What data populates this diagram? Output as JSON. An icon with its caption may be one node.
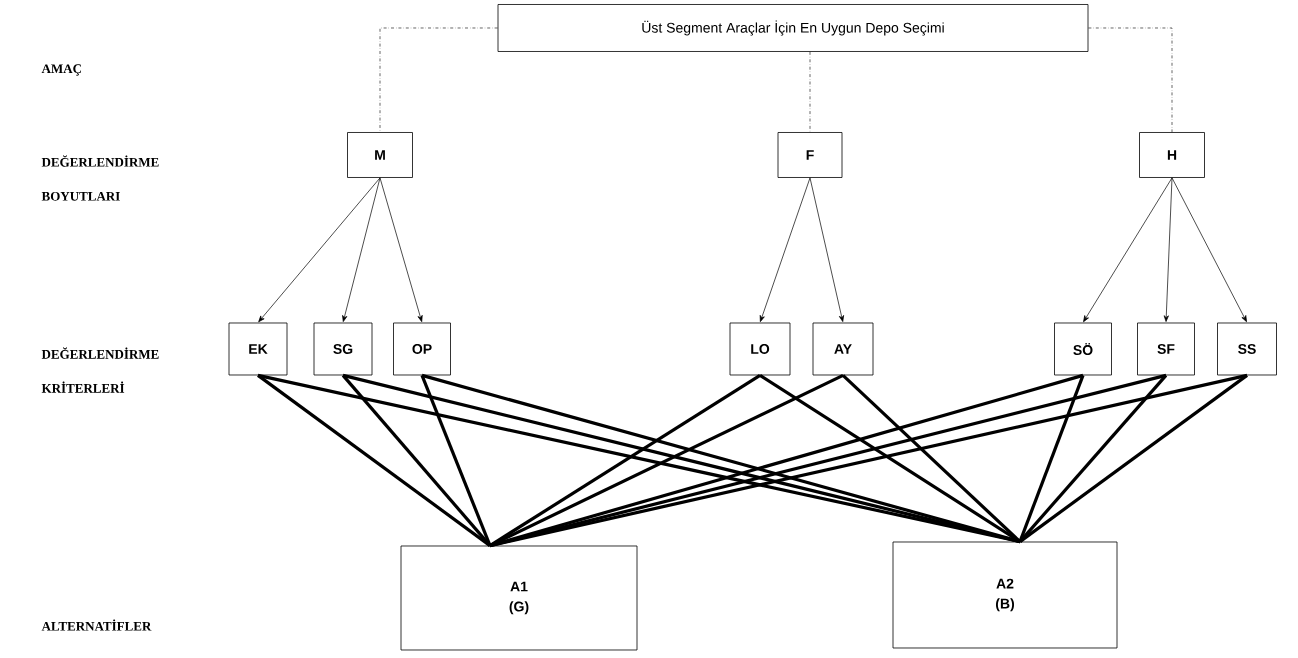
{
  "diagram": {
    "nodes": [
      {
        "text": [
          "Üst Segment Araçlar İçin En Uygun Depo Seçimi"
        ]
      },
      {
        "text": [
          "M"
        ]
      },
      {
        "text": [
          "F"
        ]
      },
      {
        "text": [
          "H"
        ]
      },
      {
        "text": [
          "EK"
        ]
      },
      {
        "text": [
          "SG"
        ]
      },
      {
        "text": [
          "OP"
        ]
      },
      {
        "text": [
          "LO"
        ]
      },
      {
        "text": [
          "AY"
        ]
      },
      {
        "text": [
          "SÖ"
        ]
      },
      {
        "text": [
          "SF"
        ]
      },
      {
        "text": [
          "SS"
        ]
      },
      {
        "text": [
          "A1",
          "(G)"
        ]
      },
      {
        "text": [
          "A2",
          "(B)"
        ]
      }
    ],
    "edges": [
      {
        "from": 0,
        "to": 1,
        "arrow": "none",
        "style": "dashed"
      },
      {
        "from": 0,
        "to": 2,
        "arrow": "none",
        "style": "dashed"
      },
      {
        "from": 0,
        "to": 3,
        "arrow": "none",
        "style": "dashed"
      },
      {
        "from": 1,
        "to": 4,
        "arrow": "to"
      },
      {
        "from": 1,
        "to": 5,
        "arrow": "to"
      },
      {
        "from": 1,
        "to": 6,
        "arrow": "to"
      },
      {
        "from": 2,
        "to": 7,
        "arrow": "to"
      },
      {
        "from": 2,
        "to": 8,
        "arrow": "to"
      },
      {
        "from": 3,
        "to": 9,
        "arrow": "to"
      },
      {
        "from": 3,
        "to": 10,
        "arrow": "to"
      },
      {
        "from": 3,
        "to": 11,
        "arrow": "to"
      },
      {
        "from": 4,
        "to": 12,
        "arrow": "none"
      },
      {
        "from": 4,
        "to": 13,
        "arrow": "none"
      },
      {
        "from": 5,
        "to": 12,
        "arrow": "none"
      },
      {
        "from": 5,
        "to": 13,
        "arrow": "none"
      },
      {
        "from": 6,
        "to": 12,
        "arrow": "none"
      },
      {
        "from": 6,
        "to": 13,
        "arrow": "none"
      },
      {
        "from": 7,
        "to": 12,
        "arrow": "none"
      },
      {
        "from": 7,
        "to": 13,
        "arrow": "none"
      },
      {
        "from": 8,
        "to": 12,
        "arrow": "none"
      },
      {
        "from": 8,
        "to": 13,
        "arrow": "none"
      },
      {
        "from": 9,
        "to": 12,
        "arrow": "none"
      },
      {
        "from": 9,
        "to": 13,
        "arrow": "none"
      },
      {
        "from": 10,
        "to": 12,
        "arrow": "none"
      },
      {
        "from": 10,
        "to": 13,
        "arrow": "none"
      },
      {
        "from": 11,
        "to": 12,
        "arrow": "none"
      },
      {
        "from": 11,
        "to": 13,
        "arrow": "none"
      }
    ],
    "labels": [
      "AMAÇ",
      "DEĞERLENDİRME BOYUTLARI",
      "DEĞERLENDİRME KRİTERLERİ",
      "ALTERNATİFLER"
    ]
  }
}
